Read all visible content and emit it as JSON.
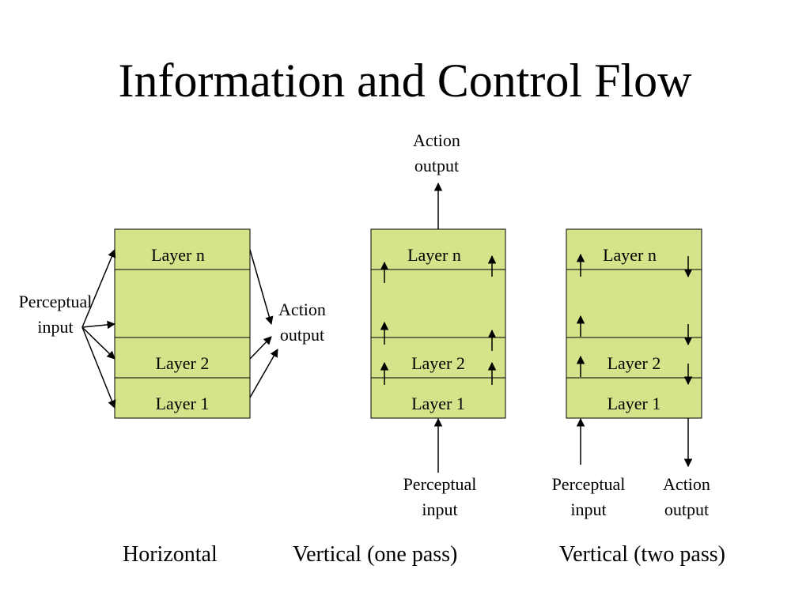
{
  "title": "Information and Control Flow",
  "layers": {
    "top": "Layer n",
    "second": "Layer 2",
    "first": "Layer 1"
  },
  "horizontal": {
    "perceptual_input": [
      "Perceptual",
      "input"
    ],
    "action_output": [
      "Action",
      "output"
    ],
    "caption": "Horizontal"
  },
  "vertical_one_pass": {
    "action_output": [
      "Action",
      "output"
    ],
    "perceptual_input": [
      "Perceptual",
      "input"
    ],
    "caption": "Vertical (one pass)"
  },
  "vertical_two_pass": {
    "perceptual_input": [
      "Perceptual",
      "input"
    ],
    "action_output": [
      "Action",
      "output"
    ],
    "caption": "Vertical (two pass)"
  },
  "colors": {
    "layer_fill": "#d3e48a",
    "stroke": "#000000"
  }
}
